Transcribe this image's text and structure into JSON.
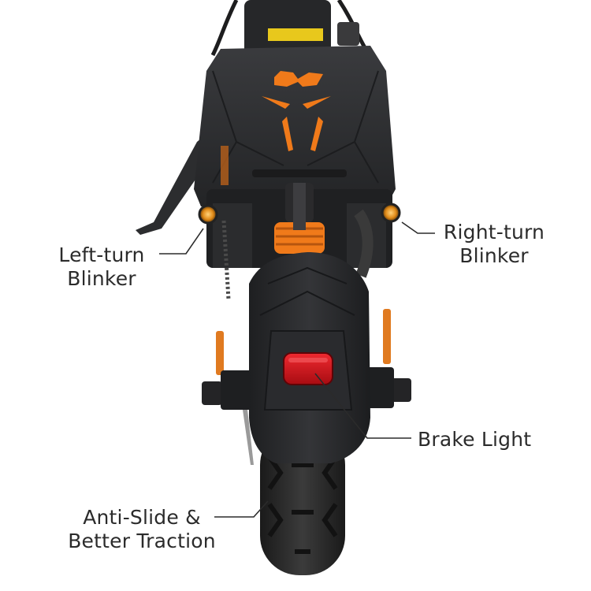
{
  "callouts": {
    "left_turn": {
      "line1": "Left-turn",
      "line2": "Blinker"
    },
    "right_turn": {
      "line1": "Right-turn",
      "line2": "Blinker"
    },
    "brake_light": {
      "line1": "Brake Light"
    },
    "anti_slide": {
      "line1": "Anti-Slide &",
      "line2": "Better Traction"
    }
  },
  "colors": {
    "background": "#ffffff",
    "deck": "#2e2f31",
    "accent_orange": "#f07a1a",
    "brake_red": "#d4151c",
    "tire": "#2a2a2a",
    "label_text": "#2b2b2b"
  }
}
